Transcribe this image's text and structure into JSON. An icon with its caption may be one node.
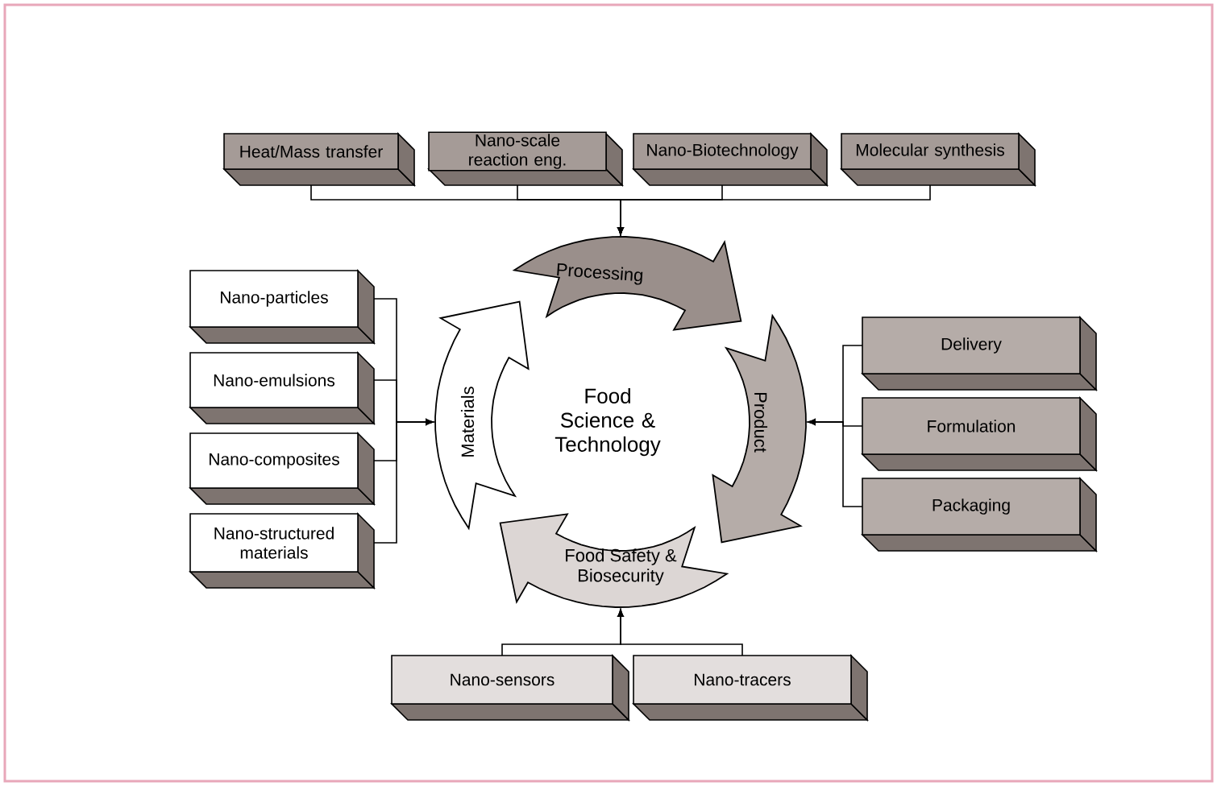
{
  "diagram": {
    "nodes": [
      {
        "text": [
          "Heat/Mass transfer"
        ]
      },
      {
        "text": [
          "Nano-scale reaction eng."
        ]
      },
      {
        "text": [
          "Nano-Biotechnology"
        ]
      },
      {
        "text": [
          "Molecular synthesis"
        ]
      },
      {
        "text": [
          "Processing"
        ]
      },
      {
        "text": [
          "Nano-particles"
        ]
      },
      {
        "text": [
          "Nano-emulsions"
        ]
      },
      {
        "text": [
          "Nano-composites"
        ]
      },
      {
        "text": [
          "Nano-structured materials"
        ]
      },
      {
        "text": [
          "Materials"
        ]
      },
      {
        "text": [
          "Food Science & Technology"
        ]
      },
      {
        "text": [
          "Product"
        ]
      },
      {
        "text": [
          "Delivery"
        ]
      },
      {
        "text": [
          "Formulation"
        ]
      },
      {
        "text": [
          "Packaging"
        ]
      },
      {
        "text": [
          "Food Safety & Biosecurity"
        ]
      },
      {
        "text": [
          "Nano-sensors"
        ]
      },
      {
        "text": [
          "Nano-tracers"
        ]
      }
    ],
    "edges": [
      {
        "from": 0,
        "to": 4,
        "arrow": "to"
      },
      {
        "from": 1,
        "to": 4,
        "arrow": "to"
      },
      {
        "from": 2,
        "to": 4,
        "arrow": "to"
      },
      {
        "from": 3,
        "to": 4,
        "arrow": "to"
      },
      {
        "from": 5,
        "to": 9,
        "arrow": "to"
      },
      {
        "from": 6,
        "to": 9,
        "arrow": "to"
      },
      {
        "from": 7,
        "to": 9,
        "arrow": "to"
      },
      {
        "from": 8,
        "to": 9,
        "arrow": "to"
      },
      {
        "from": 12,
        "to": 11,
        "arrow": "to"
      },
      {
        "from": 13,
        "to": 11,
        "arrow": "to"
      },
      {
        "from": 14,
        "to": 11,
        "arrow": "to"
      },
      {
        "from": 16,
        "to": 15,
        "arrow": "to"
      },
      {
        "from": 17,
        "to": 15,
        "arrow": "to"
      }
    ]
  }
}
